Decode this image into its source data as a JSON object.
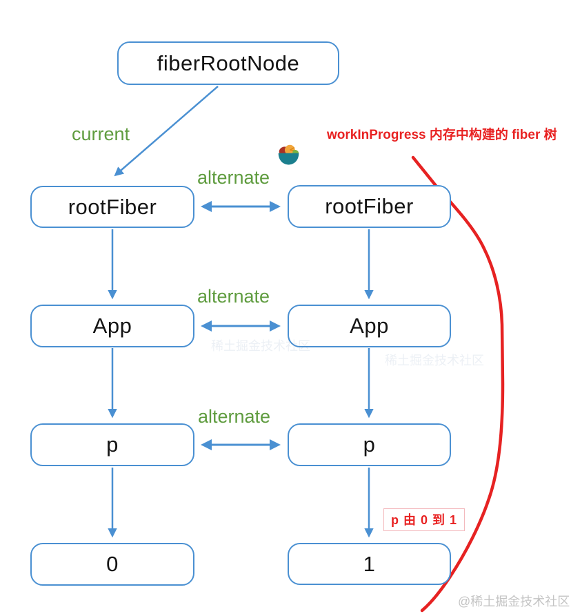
{
  "header_note": {
    "text": "workInProgress 内存中构建的 fiber 树"
  },
  "edge_labels": {
    "current": "current",
    "alternate_root": "alternate",
    "alternate_app": "alternate",
    "alternate_p": "alternate"
  },
  "nodes": {
    "fiber_root": {
      "label": "fiberRootNode"
    },
    "current_tree": [
      {
        "label": "rootFiber"
      },
      {
        "label": "App"
      },
      {
        "label": "p"
      },
      {
        "label": "0"
      }
    ],
    "wip_tree": [
      {
        "label": "rootFiber"
      },
      {
        "label": "App"
      },
      {
        "label": "p"
      },
      {
        "label": "1"
      }
    ]
  },
  "annotation": {
    "text": "p 由 0 到 1"
  },
  "watermark": {
    "text": "@稀土掘金技术社区"
  },
  "ghost_watermark": {
    "text": "稀土掘金技术社区"
  },
  "icons": {
    "fruit_bowl": "fruit-bowl-icon"
  },
  "colors": {
    "node_border_blue": "#4a90d2",
    "arrow_blue": "#4a90d2",
    "label_green": "#5f9c3f",
    "annotation_red": "#e82222",
    "curve_red": "#e62222",
    "annotation_border_pink": "#f3b9bd",
    "watermark_gray": "#c4c4c4",
    "node_text": "#141414"
  }
}
